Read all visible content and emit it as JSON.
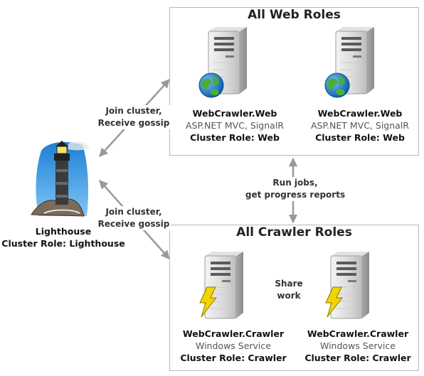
{
  "web_group": {
    "title": "All Web Roles",
    "nodes": [
      {
        "name": "WebCrawler.Web",
        "tech": "ASP.NET MVC, SignalR",
        "role": "Cluster Role: Web"
      },
      {
        "name": "WebCrawler.Web",
        "tech": "ASP.NET MVC, SignalR",
        "role": "Cluster Role: Web"
      }
    ]
  },
  "crawler_group": {
    "title": "All Crawler Roles",
    "nodes": [
      {
        "name": "WebCrawler.Crawler",
        "tech": "Windows Service",
        "role": "Cluster Role: Crawler"
      },
      {
        "name": "WebCrawler.Crawler",
        "tech": "Windows Service",
        "role": "Cluster Role: Crawler"
      }
    ]
  },
  "lighthouse": {
    "name": "Lighthouse",
    "role": "Cluster Role: Lighthouse"
  },
  "edges": {
    "join_web": {
      "line1": "Join cluster,",
      "line2": "Receive gossip"
    },
    "join_crawler": {
      "line1": "Join cluster,",
      "line2": "Receive gossip"
    },
    "run_jobs": {
      "line1": "Run jobs,",
      "line2": "get progress reports"
    },
    "share_work": {
      "line1": "Share",
      "line2": "work"
    }
  },
  "colors": {
    "arrow": "#9a9a9a",
    "globe": "#1f7ac4",
    "lightning": "#f2d500",
    "border": "#b8b8b8"
  }
}
